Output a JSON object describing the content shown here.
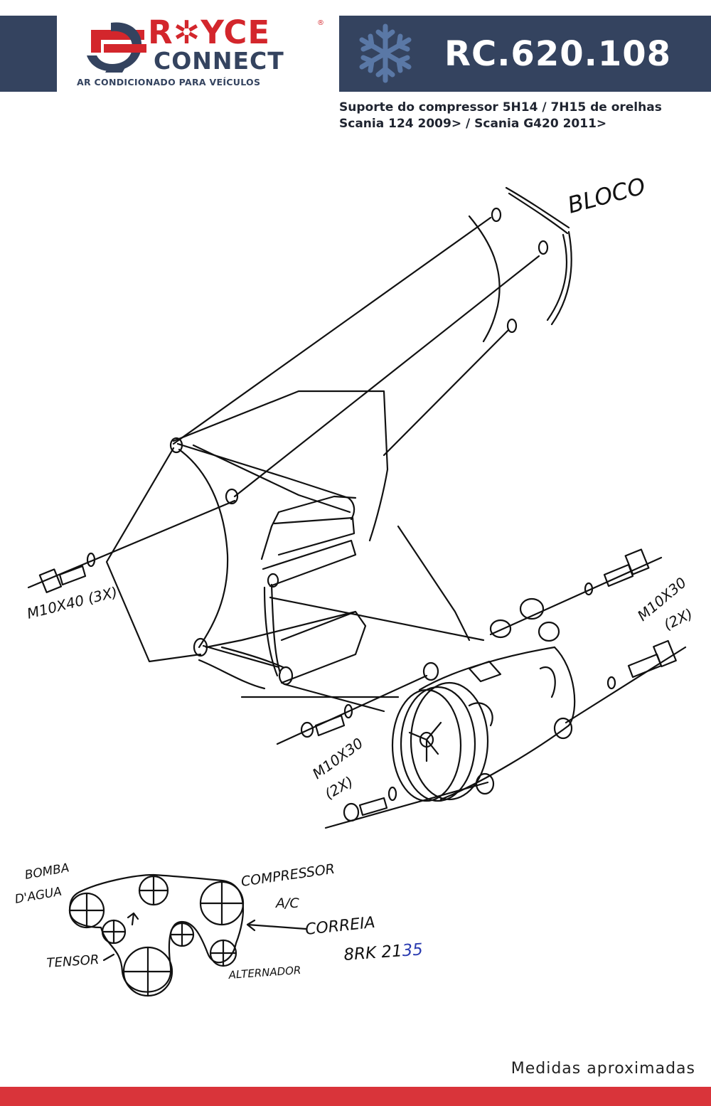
{
  "brand": {
    "name_line1": "R✲YCE",
    "name_line2": "CONNECT",
    "registered": "®",
    "tagline": "AR CONDICIONADO PARA VEÍCULOS",
    "colors": {
      "navy": "#34435f",
      "red": "#d3262c"
    }
  },
  "header": {
    "product_code": "RC.620.108",
    "icon": "snowflake-icon"
  },
  "subtitle": {
    "line1": "Suporte do compressor 5H14 / 7H15 de orelhas",
    "line2": "Scania 124 2009> / Scania G420 2011>"
  },
  "drawing": {
    "labels": {
      "bloco": "BLOCO",
      "bolt_left": "M10X40 (3X)",
      "bolt_right_1": "M10X30",
      "bolt_right_2": "(2X)",
      "bolt_bottom_1": "M10X30",
      "bolt_bottom_2": "(2X)",
      "bomba_1": "BOMBA",
      "bomba_2": "D'AGUA",
      "compressor_1": "COMPRESSOR",
      "compressor_2": "A/C",
      "correia": "CORREIA",
      "correia_code_prefix": "8RK 21",
      "correia_code_suffix": "35",
      "tensor": "TENSOR",
      "alternador": "ALTERNADOR"
    }
  },
  "footer": {
    "note": "Medidas aproximadas",
    "bar_color": "#d9343a"
  }
}
